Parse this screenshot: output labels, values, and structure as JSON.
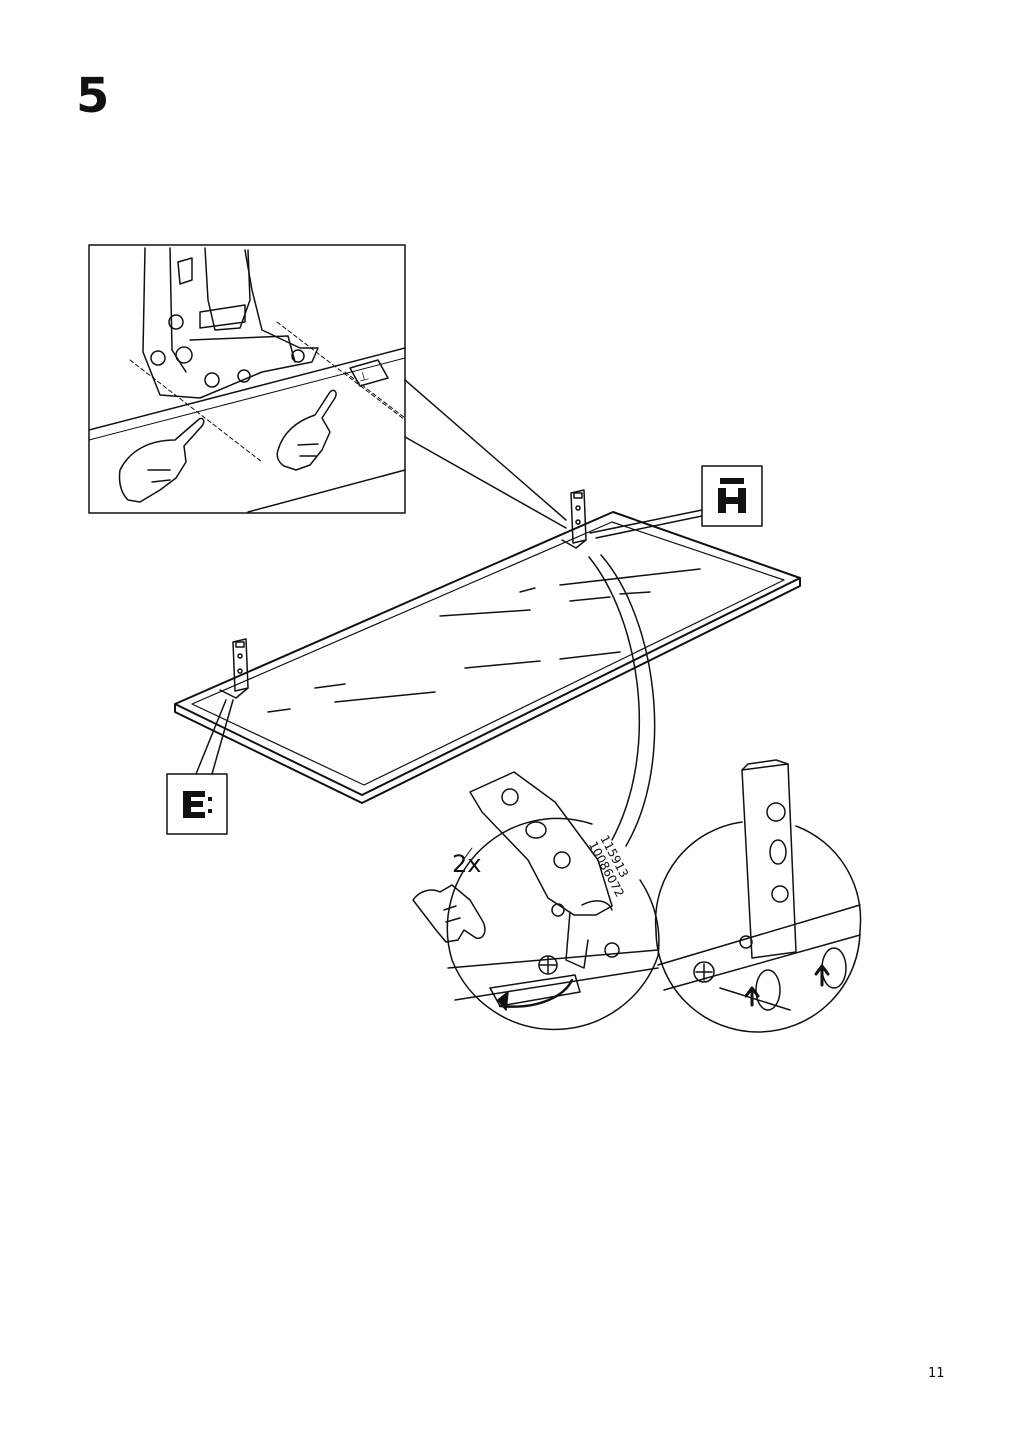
{
  "step": {
    "number": "5"
  },
  "page": {
    "number": "11"
  },
  "labels": {
    "quantity": "2x",
    "part_code_1": "115913",
    "part_code_2": "10086072"
  }
}
